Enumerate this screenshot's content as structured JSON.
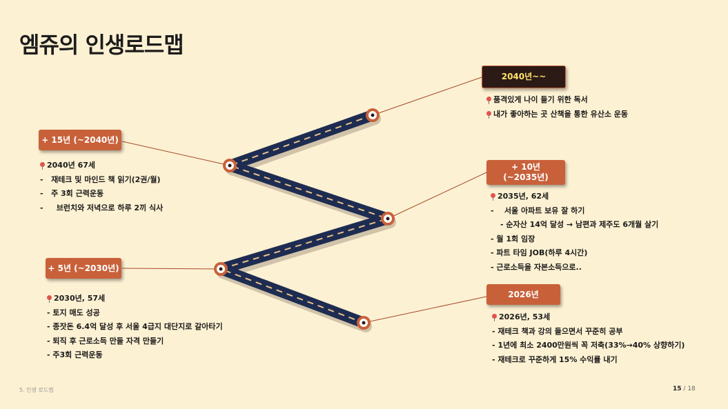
{
  "page_title": "엠쥬의 인생로드맵",
  "footer": {
    "section": "5. 인생 로드맵",
    "page": "15",
    "sep": "/",
    "total": "18"
  },
  "colors": {
    "accent": "#c8613a",
    "road": "#1e2c52",
    "background": "#fdf1d3"
  },
  "milestones": {
    "y2040": {
      "label": "2040년~~",
      "lines": [
        "품격있게 나이 들기 위한 독서",
        "내가 좋아하는 곳 산책을 통한 유산소 운동"
      ]
    },
    "plus15": {
      "label": "+ 15년 (~2040년)",
      "lines": [
        "2040년 67세",
        "재테크 및 마인드 책 읽기(2권/월)",
        "주 3회 근력운동",
        "브런치와 저녁으로 하루 2끼 식사"
      ]
    },
    "plus10": {
      "label_line1": "+ 10년",
      "label_line2": "(~2035년)",
      "lines": [
        "2035년, 62세",
        "서울 아파트 보유 잘 하기",
        "- 순자산 14억 달성 → 남편과 제주도 6개월 살기",
        "- 월 1회 임장",
        "- 파트 타임 JOB(하루 4시간)",
        "- 근로소득을 자본소득으로.."
      ]
    },
    "plus5": {
      "label": "+ 5년 (~2030년)",
      "lines": [
        "2030년, 57세",
        "- 토지 매도 성공",
        "- 종잣돈 6.4억 달성 후 서울 4급지 대단지로 갈아타기",
        "- 퇴직 후 근로소득 만들 자격 만들기",
        "- 주3회 근력운동"
      ]
    },
    "y2026": {
      "label": "2026년",
      "lines": [
        "2026년, 53세",
        "- 재테크 책과 강의 들으면서 꾸준히 공부",
        "- 1년에 최소 2400만원씩 꼭 저축(33%→40% 상향하기)",
        "- 재테크로 꾸준하게 15% 수익률 내기"
      ]
    }
  }
}
